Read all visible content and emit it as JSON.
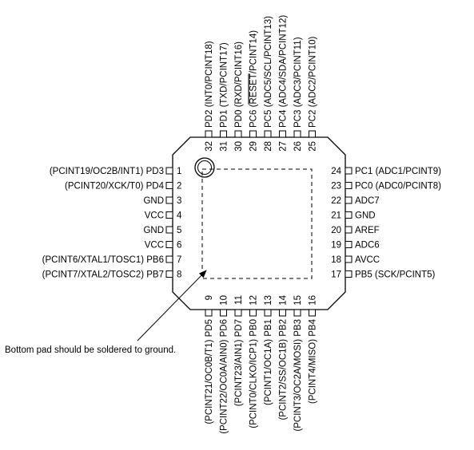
{
  "package": {
    "left_pins": [
      {
        "num": "1",
        "label": "(PCINT19/OC2B/INT1) PD3"
      },
      {
        "num": "2",
        "label": "(PCINT20/XCK/T0) PD4"
      },
      {
        "num": "3",
        "label": "GND"
      },
      {
        "num": "4",
        "label": "VCC"
      },
      {
        "num": "5",
        "label": "GND"
      },
      {
        "num": "6",
        "label": "VCC"
      },
      {
        "num": "7",
        "label": "(PCINT6/XTAL1/TOSC1) PB6"
      },
      {
        "num": "8",
        "label": "(PCINT7/XTAL2/TOSC2) PB7"
      }
    ],
    "right_pins": [
      {
        "num": "24",
        "label": "PC1 (ADC1/PCINT9)"
      },
      {
        "num": "23",
        "label": "PC0 (ADC0/PCINT8)"
      },
      {
        "num": "22",
        "label": "ADC7"
      },
      {
        "num": "21",
        "label": "GND"
      },
      {
        "num": "20",
        "label": "AREF"
      },
      {
        "num": "19",
        "label": "ADC6"
      },
      {
        "num": "18",
        "label": "AVCC"
      },
      {
        "num": "17",
        "label": "PB5 (SCK/PCINT5)"
      }
    ],
    "top_pins": [
      {
        "num": "32",
        "label": "PD2 (INT0/PCINT18)"
      },
      {
        "num": "31",
        "label": "PD1 (TXD/PCINT17)"
      },
      {
        "num": "30",
        "label": "PD0 (RXD/PCINT16)"
      },
      {
        "num": "29",
        "label": "PC6 (RESET/PCINT14)",
        "overline": "RESET"
      },
      {
        "num": "28",
        "label": "PC5 (ADC5/SCL/PCINT13)"
      },
      {
        "num": "27",
        "label": "PC4 (ADC4/SDA/PCINT12)"
      },
      {
        "num": "26",
        "label": "PC3 (ADC3/PCINT11)"
      },
      {
        "num": "25",
        "label": "PC2 (ADC2/PCINT10)"
      }
    ],
    "bottom_pins": [
      {
        "num": "9",
        "label": "(PCINT21/OC0B/T1) PD5"
      },
      {
        "num": "10",
        "label": "(PCINT22/OC0A/AIN0) PD6"
      },
      {
        "num": "11",
        "label": "(PCINT23/AIN1) PD7"
      },
      {
        "num": "12",
        "label": "(PCINT0/CLKO/ICP1) PB0"
      },
      {
        "num": "13",
        "label": "(PCINT1/OC1A) PB1"
      },
      {
        "num": "14",
        "label": "(PCINT2/SS/OC1B) PB2"
      },
      {
        "num": "15",
        "label": "(PCINT3/OC2A/MOSI) PB3"
      },
      {
        "num": "16",
        "label": "(PCINT4/MISO) PB4"
      }
    ]
  },
  "annotation": "Bottom pad should be soldered to ground."
}
